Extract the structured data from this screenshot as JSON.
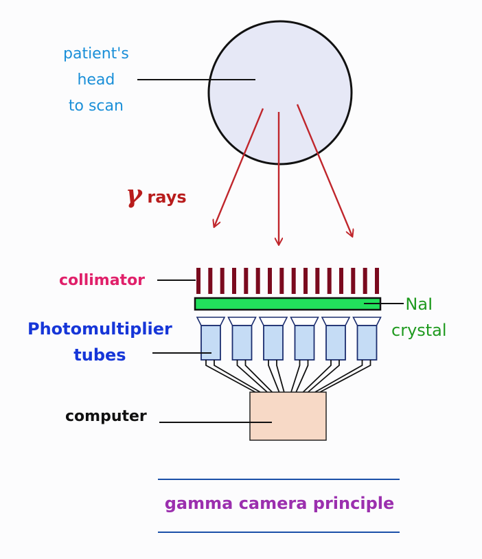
{
  "labels": {
    "head": [
      "patient's",
      "head",
      "to scan"
    ],
    "gamma_symbol": "γ",
    "rays": "rays",
    "collimator": "collimator",
    "nai": [
      "NaI",
      "crystal"
    ],
    "pmt": [
      "Photomultiplier",
      "tubes"
    ],
    "computer": "computer",
    "caption": "gamma camera principle"
  },
  "colors": {
    "head_fill": "#e6e8f6",
    "ray": "#c0262c",
    "collimator": "#7a0a1e",
    "crystal": "#22e05c",
    "tube_fill": "#c5dcf5",
    "tube_stroke": "#1a2c6e",
    "computer_fill": "#f7d9c6",
    "rule": "#1a4fa8"
  },
  "counts": {
    "collimator_bars": 16,
    "photomultiplier_tubes": 6
  }
}
